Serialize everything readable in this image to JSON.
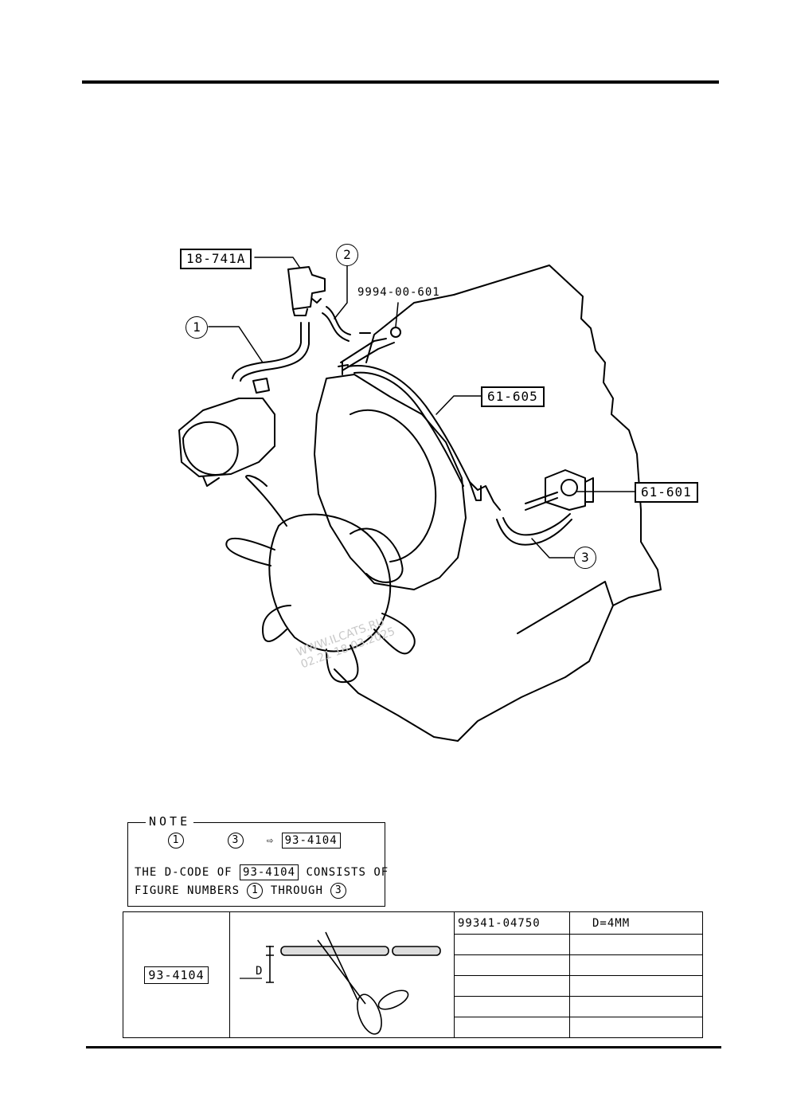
{
  "callouts": {
    "part_18_741a": "18-741A",
    "part_9994_00_601": "9994-00-601",
    "part_61_605": "61-605",
    "part_61_601": "61-601"
  },
  "circled_numbers": {
    "n1": "1",
    "n2": "2",
    "n3": "3"
  },
  "watermark": {
    "line1": "WWW.ILCATS.RU",
    "line2": "02.21 18.03.2025"
  },
  "note": {
    "title": "NOTE",
    "row1": {
      "a": "1",
      "b": "3",
      "arrow": "⇨",
      "code": "93-4104"
    },
    "row2": {
      "prefix": "THE D-CODE OF",
      "code": "93-4104",
      "suffix": "CONSISTS OF"
    },
    "row3": {
      "prefix": "FIGURE NUMBERS",
      "from": "1",
      "mid": "THROUGH",
      "to": "3"
    }
  },
  "spec_table": {
    "code": "93-4104",
    "dimension_label": "D",
    "part_number": "99341-04750",
    "size": "D=4MM"
  }
}
